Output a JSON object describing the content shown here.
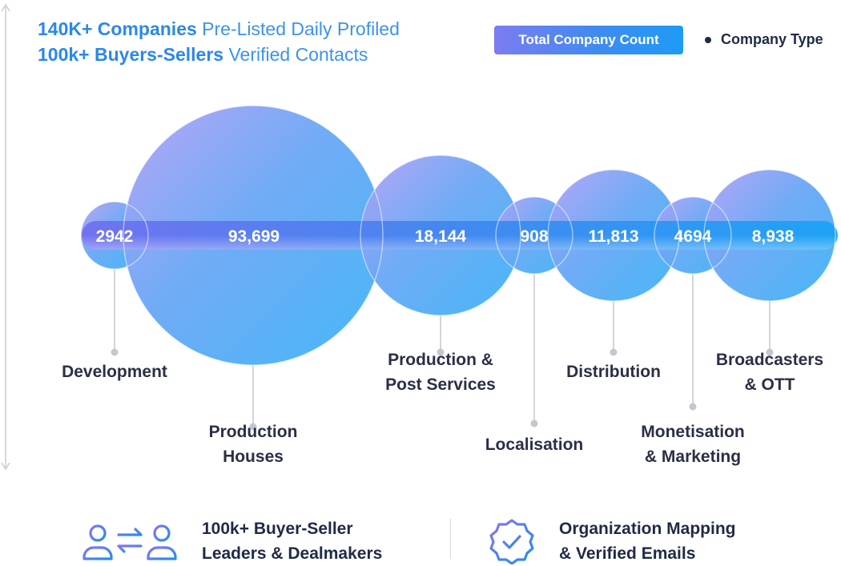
{
  "header": {
    "line1_bold": "140K+ Companies",
    "line1_rest": "Pre-Listed Daily Profiled",
    "line2_bold": "100k+ Buyers-Sellers",
    "line2_rest": "Verified Contacts"
  },
  "legend": {
    "total_label": "Total Company Count",
    "type_label": "Company Type"
  },
  "chart_data": {
    "type": "bubble",
    "title": "",
    "legend": [
      "Total Company Count",
      "Company Type"
    ],
    "categories": [
      "Development",
      "Production Houses",
      "Production & Post Services",
      "Localisation",
      "Distribution",
      "Monetisation & Marketing",
      "Broadcasters & OTT"
    ],
    "category_lines": [
      [
        "Development"
      ],
      [
        "Production",
        "Houses"
      ],
      [
        "Production &",
        "Post Services"
      ],
      [
        "Localisation"
      ],
      [
        "Distribution"
      ],
      [
        "Monetisation",
        "& Marketing"
      ],
      [
        "Broadcasters",
        "& OTT"
      ]
    ],
    "values": [
      2942,
      93699,
      18144,
      908,
      11813,
      4694,
      8938
    ],
    "value_labels": [
      "2942",
      "93,699",
      "18,144",
      "908",
      "11,813",
      "4694",
      "8,938"
    ],
    "colors": {
      "bubble_start": "#b4a2f5",
      "bubble_end": "#3fb4f7",
      "band_start": "#6f6ff0",
      "band_end": "#1aa2f6"
    }
  },
  "features": [
    {
      "line1": "100k+ Buyer-Seller",
      "line2": "Leaders & Dealmakers",
      "icon": "buyer-seller-exchange-icon"
    },
    {
      "line1": "Organization Mapping",
      "line2": "& Verified Emails",
      "icon": "verified-badge-icon"
    }
  ]
}
